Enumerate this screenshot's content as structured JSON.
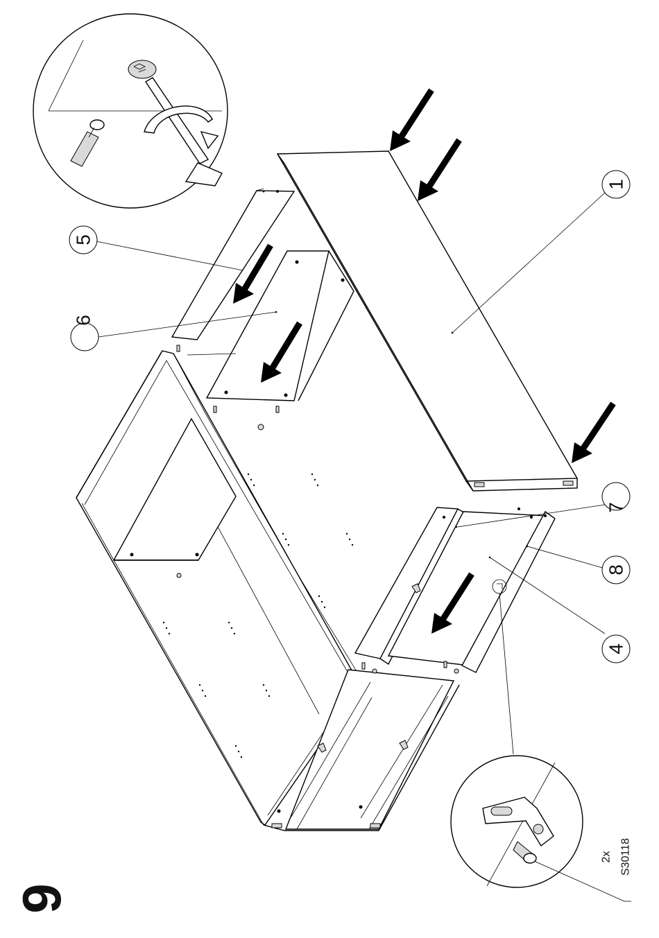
{
  "step": {
    "number": "9"
  },
  "callouts": {
    "c1": "1",
    "c4": "4",
    "c5": "5",
    "c6": "6",
    "c7": "7",
    "c8": "8"
  },
  "hardware": {
    "quantity": "2x",
    "part_code": "S30118"
  },
  "colors": {
    "ink": "#000000",
    "paper": "#ffffff",
    "shade": "#d9d9d9"
  }
}
